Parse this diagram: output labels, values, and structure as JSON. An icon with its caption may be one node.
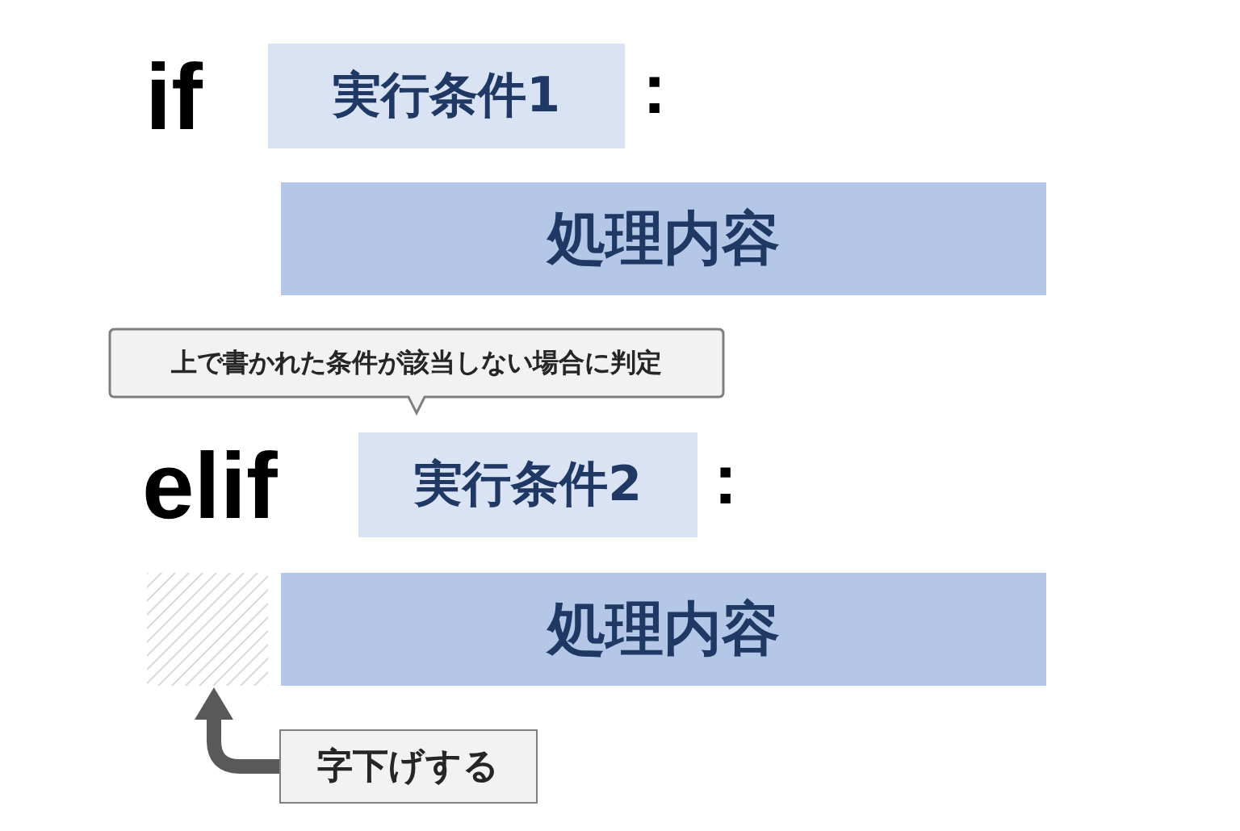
{
  "diagram": {
    "nodes": [
      {
        "text": [
          "実行条件1"
        ]
      },
      {
        "text": [
          "処理内容"
        ]
      },
      {
        "text": [
          "上で書かれた条件が該当しない場合に判定"
        ]
      },
      {
        "text": [
          "実行条件2"
        ]
      },
      {
        "text": [
          "処理内容"
        ]
      },
      {
        "text": [],
        "shape": "box"
      },
      {
        "text": [
          "字下げする"
        ]
      }
    ],
    "edges": [
      {
        "from": 6,
        "to": 5,
        "arrow": "to"
      }
    ],
    "labels": [
      "if",
      ":",
      "elif",
      ":"
    ]
  }
}
